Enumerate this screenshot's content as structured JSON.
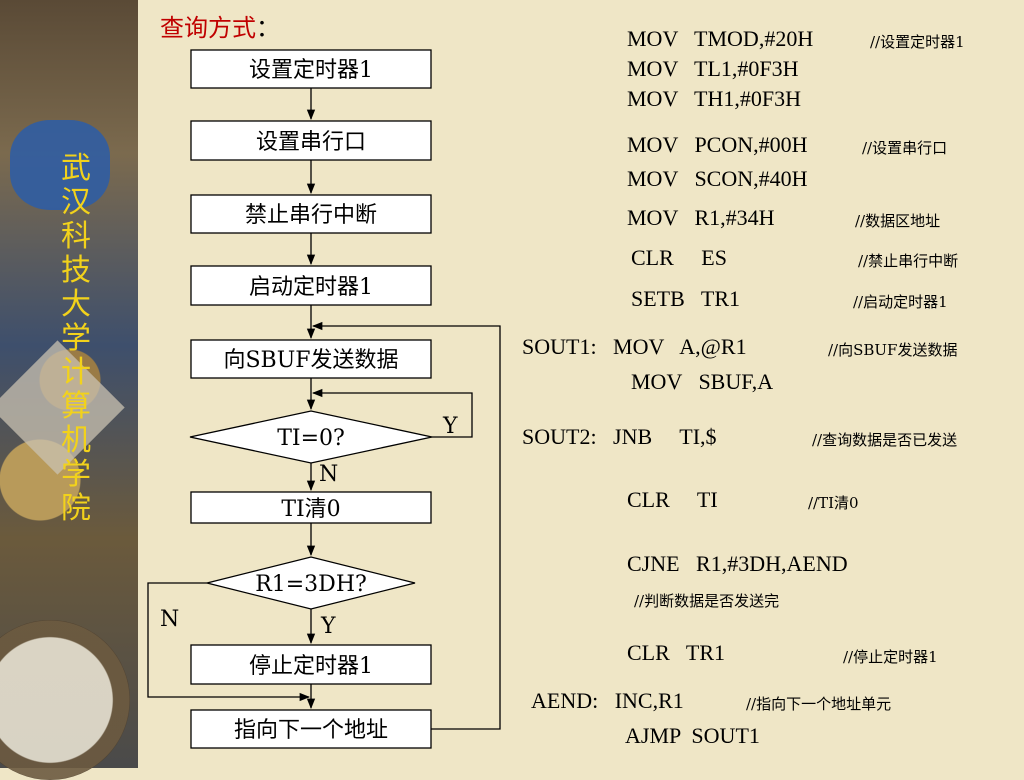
{
  "heading": {
    "text": "查询方式",
    "colon": "："
  },
  "vertical_title": [
    "武",
    "汉",
    "科",
    "技",
    "大",
    "学",
    "计",
    "算",
    "机",
    "学",
    "院"
  ],
  "flowchart": {
    "boxes": {
      "set_timer1": "设置定时器1",
      "set_serial": "设置串行口",
      "disable_serial_int": "禁止串行中断",
      "start_timer1": "启动定时器1",
      "send_sbuf": "向SBUF发送数据",
      "clear_ti": "TI清0",
      "stop_timer1": "停止定时器1",
      "next_address": "指向下一个地址"
    },
    "decisions": {
      "ti_zero": "TI=0?",
      "r1_3dh": "R1=3DH?"
    },
    "edge_labels": {
      "ti_yes": "Y",
      "ti_no": "N",
      "r1_no": "N",
      "r1_yes": "Y"
    }
  },
  "code": {
    "lines": [
      "MOV   TMOD,#20H",
      "MOV   TL1,#0F3H",
      "MOV   TH1,#0F3H",
      "MOV   PCON,#00H",
      "MOV   SCON,#40H",
      "MOV   R1,#34H",
      "CLR     ES",
      "SETB   TR1",
      "SOUT1:   MOV   A,@R1",
      "MOV   SBUF,A",
      "SOUT2:   JNB     TI,$",
      "CLR     TI",
      "CJNE   R1,#3DH,AEND",
      "CLR   TR1",
      "AEND:   INC,R1",
      "AJMP  SOUT1"
    ],
    "comments": [
      "//设置定时器1",
      "//设置串行口",
      "//数据区地址",
      "//禁止串行中断",
      "//启动定时器1",
      "//向SBUF发送数据",
      "//查询数据是否已发送",
      "//TI清0",
      "//判断数据是否发送完",
      "//停止定时器1",
      "//指向下一个地址单元"
    ]
  }
}
